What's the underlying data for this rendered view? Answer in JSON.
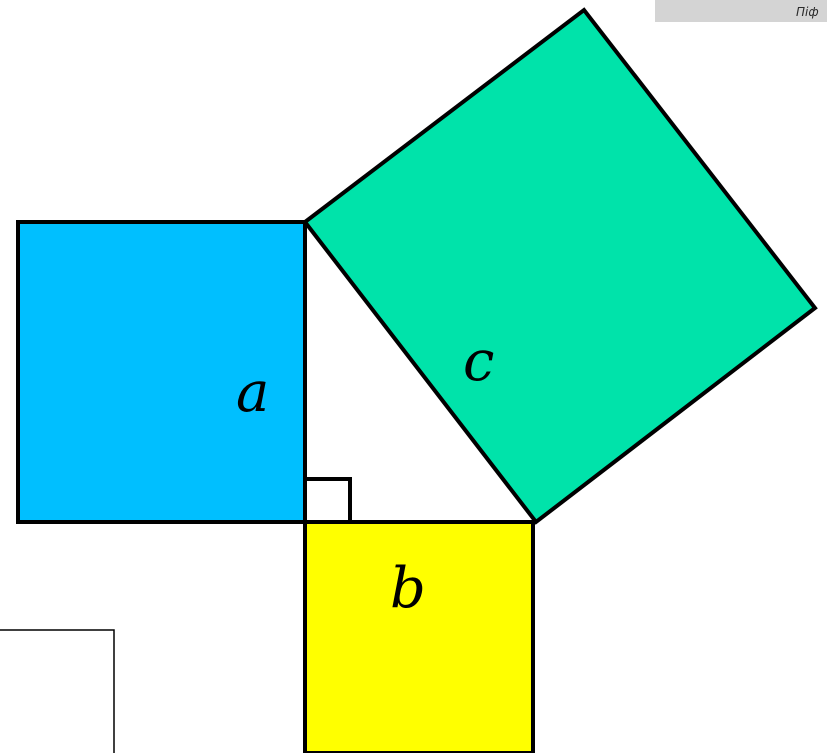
{
  "diagram": {
    "labels": {
      "a": "a",
      "b": "b",
      "c": "c"
    },
    "corner_caption": "Піф",
    "colors": {
      "square_a": "#00bfff",
      "square_b": "#ffff00",
      "square_c": "#00e3aa",
      "outline": "#000000",
      "corner_strip": "#d4d4d4"
    }
  }
}
